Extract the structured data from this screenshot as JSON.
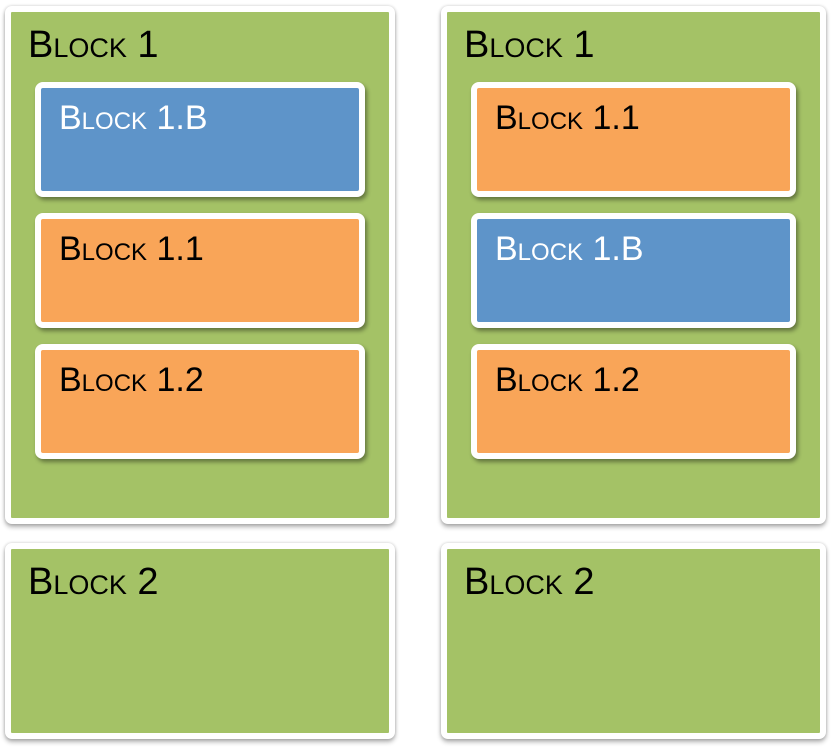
{
  "palette": {
    "green": "#a4c266",
    "orange": "#f9a558",
    "blue": "#5e94c9",
    "border_white": "#ffffff",
    "text_dark": "#000000",
    "text_light": "#ffffff",
    "page_bg": "#ffffff"
  },
  "columns": [
    {
      "side": "left",
      "block1": {
        "title": "Block 1",
        "children": [
          {
            "label": "Block 1.B",
            "color": "blue"
          },
          {
            "label": "Block 1.1",
            "color": "orange"
          },
          {
            "label": "Block 1.2",
            "color": "orange"
          }
        ]
      },
      "block2": {
        "title": "Block 2"
      }
    },
    {
      "side": "right",
      "block1": {
        "title": "Block 1",
        "children": [
          {
            "label": "Block 1.1",
            "color": "orange"
          },
          {
            "label": "Block 1.B",
            "color": "blue"
          },
          {
            "label": "Block 1.2",
            "color": "orange"
          }
        ]
      },
      "block2": {
        "title": "Block 2"
      }
    }
  ]
}
